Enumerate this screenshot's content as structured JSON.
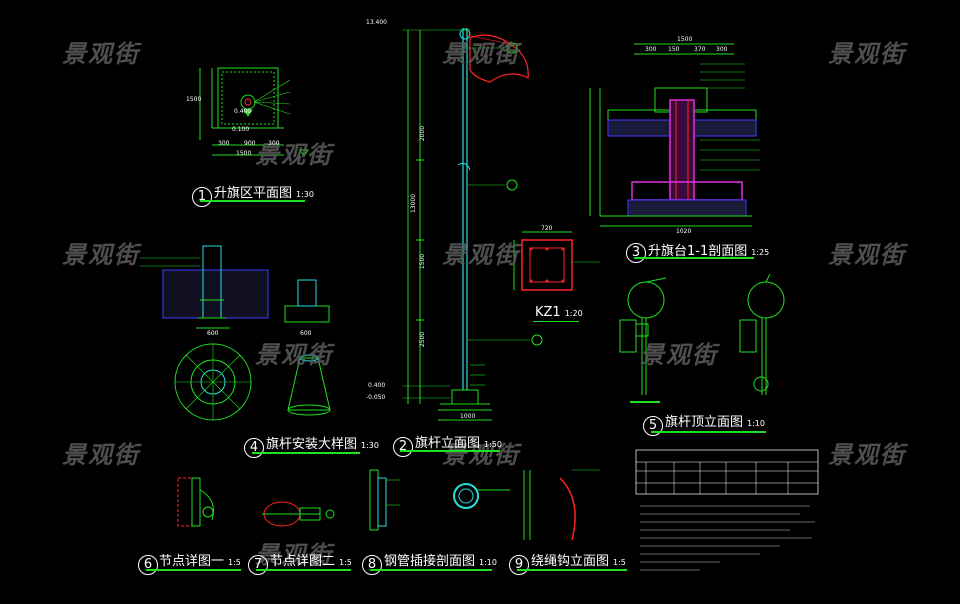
{
  "watermark": "景观街",
  "colors": {
    "background": "#000000",
    "line": "#1fe11f",
    "accent": "#ff2424",
    "structure": "#e030e0",
    "outline": "#3c3cff",
    "cyan": "#25e0e0",
    "text": "#ffffff"
  },
  "drawings": [
    {
      "num": "1",
      "title": "升旗区平面图",
      "scale": "1:30"
    },
    {
      "num": "2",
      "title": "旗杆立面图",
      "scale": "1:50"
    },
    {
      "num": "3",
      "title": "升旗台1-1剖面图",
      "scale": "1:25"
    },
    {
      "num": "4",
      "title": "旗杆安装大样图",
      "scale": "1:30"
    },
    {
      "num": "5",
      "title": "旗杆顶立面图",
      "scale": "1:10"
    },
    {
      "num": "6",
      "title": "节点详图一",
      "scale": "1:5"
    },
    {
      "num": "7",
      "title": "节点详图二",
      "scale": "1:5"
    },
    {
      "num": "8",
      "title": "钢管插接剖面图",
      "scale": "1:10"
    },
    {
      "num": "9",
      "title": "绕绳钩立面图",
      "scale": "1:5"
    }
  ],
  "kz1": {
    "title": "KZ1",
    "scale": "1:20",
    "dim": "720"
  },
  "dimensions": {
    "plan_width": "1500",
    "plan_parts": [
      "300",
      "900",
      "300"
    ],
    "plan_height": "1500",
    "plan_elev": "0.400",
    "plan_elev2": "0.100",
    "section_top": "1500",
    "section_parts": [
      "300",
      "150",
      "370",
      "300"
    ],
    "section_bottom": "1020",
    "elev_top": "13.400",
    "elev_total": "13000",
    "elev_parts": [
      "2000",
      "1500",
      "2500"
    ],
    "elev_base": [
      "0.400",
      "-0.050"
    ],
    "elev_bottom": "1000",
    "detail_size": "600"
  }
}
